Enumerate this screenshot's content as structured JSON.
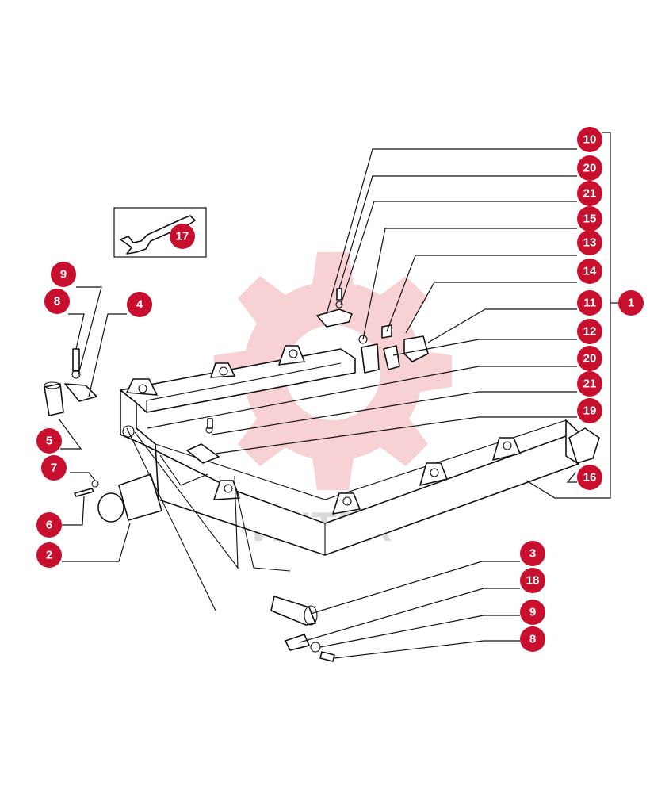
{
  "diagram": {
    "watermark_text": "ИНТЕХ",
    "colors": {
      "callout": "#c8102e",
      "callout_text": "#ffffff",
      "lines": "#111111",
      "watermark": "#f6c9cc"
    },
    "callouts": [
      {
        "id": "c10a",
        "label": "10"
      },
      {
        "id": "c20a",
        "label": "20"
      },
      {
        "id": "c21a",
        "label": "21"
      },
      {
        "id": "c15",
        "label": "15"
      },
      {
        "id": "c13",
        "label": "13"
      },
      {
        "id": "c14",
        "label": "14"
      },
      {
        "id": "c11",
        "label": "11"
      },
      {
        "id": "c12",
        "label": "12"
      },
      {
        "id": "c20b",
        "label": "20"
      },
      {
        "id": "c21b",
        "label": "21"
      },
      {
        "id": "c19",
        "label": "19"
      },
      {
        "id": "c16",
        "label": "16"
      },
      {
        "id": "c1",
        "label": "1"
      },
      {
        "id": "c17",
        "label": "17"
      },
      {
        "id": "c9a",
        "label": "9"
      },
      {
        "id": "c8a",
        "label": "8"
      },
      {
        "id": "c4",
        "label": "4"
      },
      {
        "id": "c5",
        "label": "5"
      },
      {
        "id": "c7",
        "label": "7"
      },
      {
        "id": "c6",
        "label": "6"
      },
      {
        "id": "c2",
        "label": "2"
      },
      {
        "id": "c3",
        "label": "3"
      },
      {
        "id": "c18",
        "label": "18"
      },
      {
        "id": "c9b",
        "label": "9"
      },
      {
        "id": "c8b",
        "label": "8"
      }
    ]
  }
}
